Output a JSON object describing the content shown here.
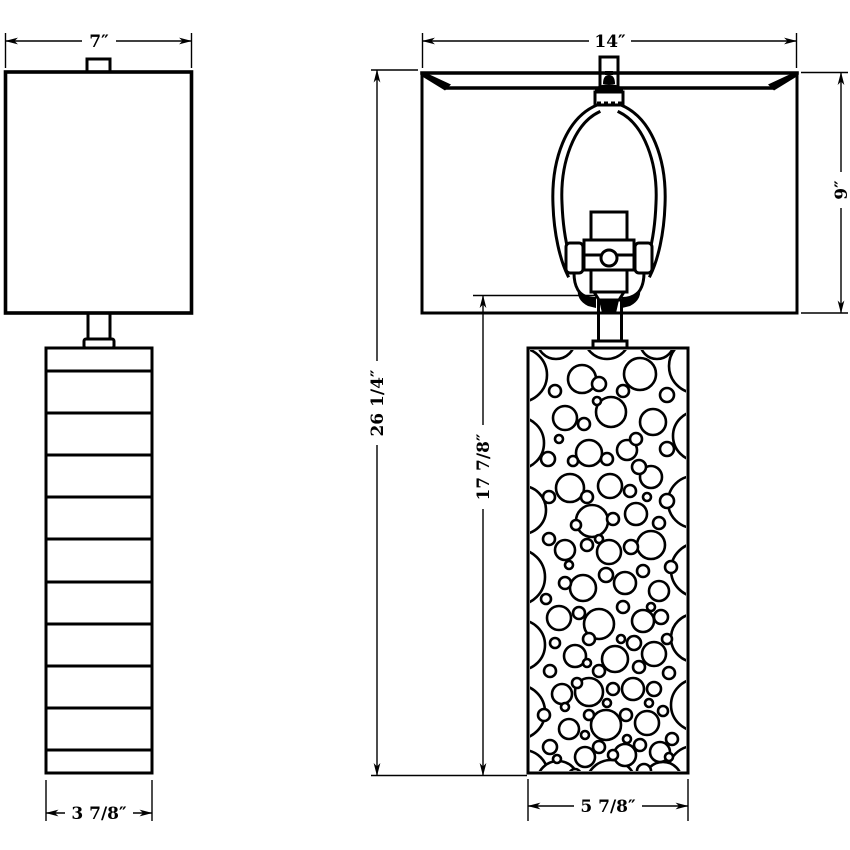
{
  "diagram": {
    "views": {
      "side": {
        "shade_width_label": "7″",
        "base_width_label": "3 7/8″"
      },
      "front": {
        "shade_width_label": "14″",
        "shade_height_label": "9″",
        "overall_height_label": "26 1/4″",
        "body_height_label": "17 7/8″",
        "base_width_label": "5 7/8″"
      }
    },
    "colors": {
      "line": "#000000",
      "background": "#ffffff"
    }
  }
}
